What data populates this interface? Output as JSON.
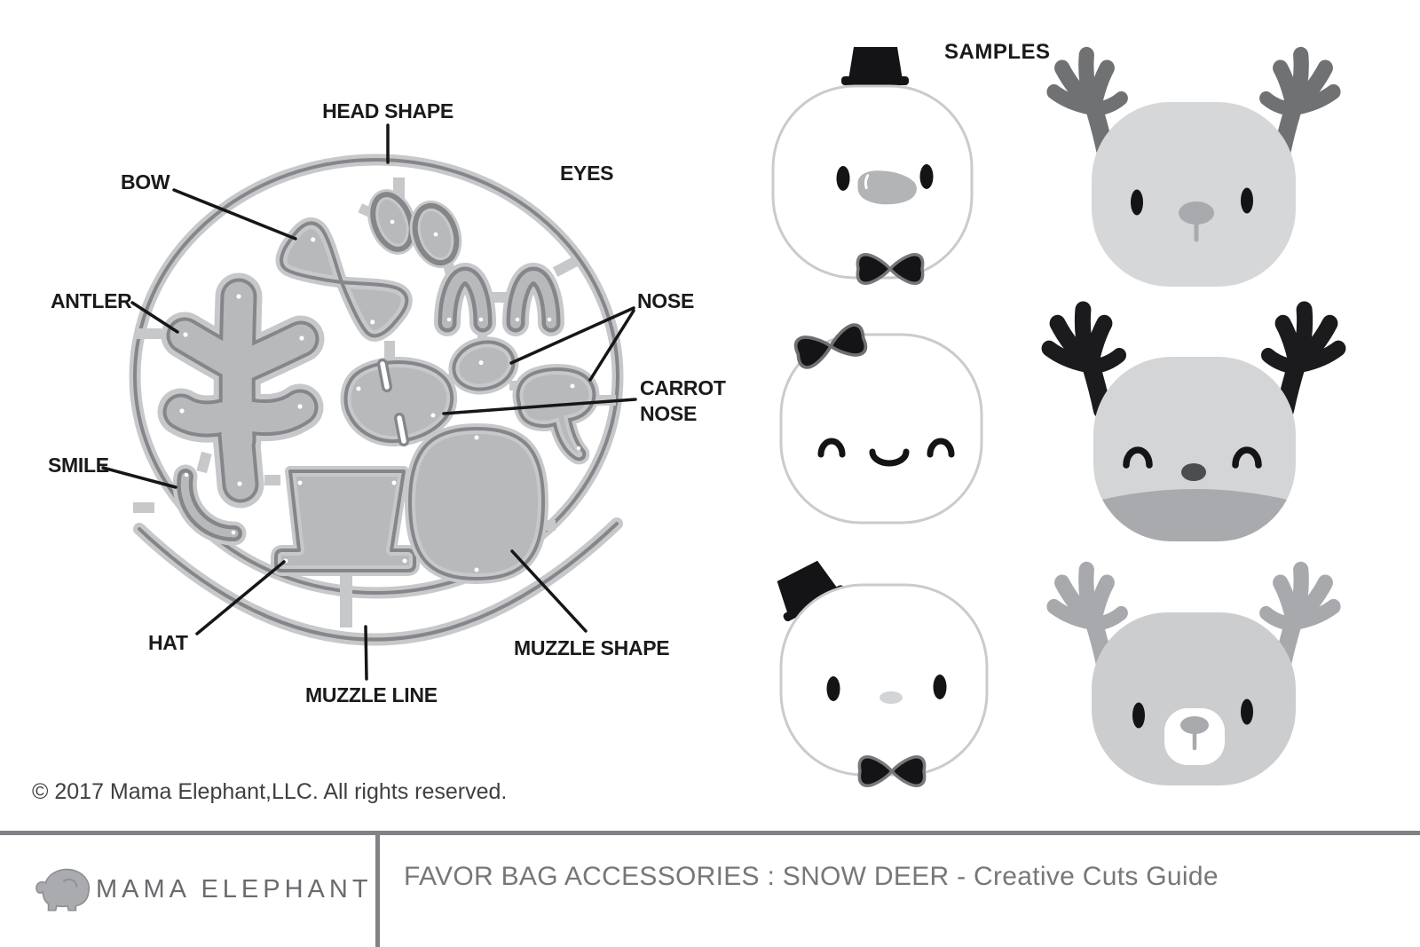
{
  "diagram": {
    "labels": {
      "head_shape": "HEAD SHAPE",
      "bow": "BOW",
      "antler": "ANTLER",
      "eyes": "EYES",
      "nose": "NOSE",
      "carrot_nose": "CARROT\nNOSE",
      "smile": "SMILE",
      "hat": "HAT",
      "muzzle_shape": "MUZZLE SHAPE",
      "muzzle_line": "MUZZLE LINE"
    }
  },
  "samples": {
    "title": "SAMPLES",
    "items": [
      {
        "name": "snowman-top-hat-bowtie",
        "features": [
          "top hat",
          "oval eyes",
          "carrot nose",
          "bowtie"
        ]
      },
      {
        "name": "deer-gray-antlers",
        "features": [
          "gray antlers",
          "oval eyes",
          "nose with muzzle line"
        ]
      },
      {
        "name": "snowman-bow-smile",
        "features": [
          "hair bow",
          "happy closed eyes",
          "smile"
        ]
      },
      {
        "name": "deer-black-antlers",
        "features": [
          "black antlers",
          "happy closed eyes",
          "dark nose",
          "shaded muzzle"
        ]
      },
      {
        "name": "snowman-tilted-hat",
        "features": [
          "tilted top hat",
          "oval eyes",
          "small nose",
          "bowtie"
        ]
      },
      {
        "name": "deer-white-muzzle",
        "features": [
          "gray antlers",
          "oval eyes",
          "white muzzle shape"
        ]
      }
    ]
  },
  "footer": {
    "copyright": "© 2017 Mama Elephant,LLC. All rights reserved.",
    "brand": "MAMA ELEPHANT",
    "title": "FAVOR BAG ACCESSORIES : SNOW DEER - Creative Cuts Guide",
    "logo_icon": "elephant-icon"
  },
  "colors": {
    "die_fill": "#b7b9bb",
    "die_edge": "#76787b",
    "die_halo": "#c6c8ca",
    "label_text": "#1a1a1a",
    "footer_gray": "#808285",
    "brand_gray": "#696b6e",
    "black": "#141416",
    "deer_head_light": "#d6d7d9",
    "deer_muzzle_gray": "#a8aaad",
    "antler_dark": "#6f7173",
    "antler_mid": "#a7a9ac"
  }
}
